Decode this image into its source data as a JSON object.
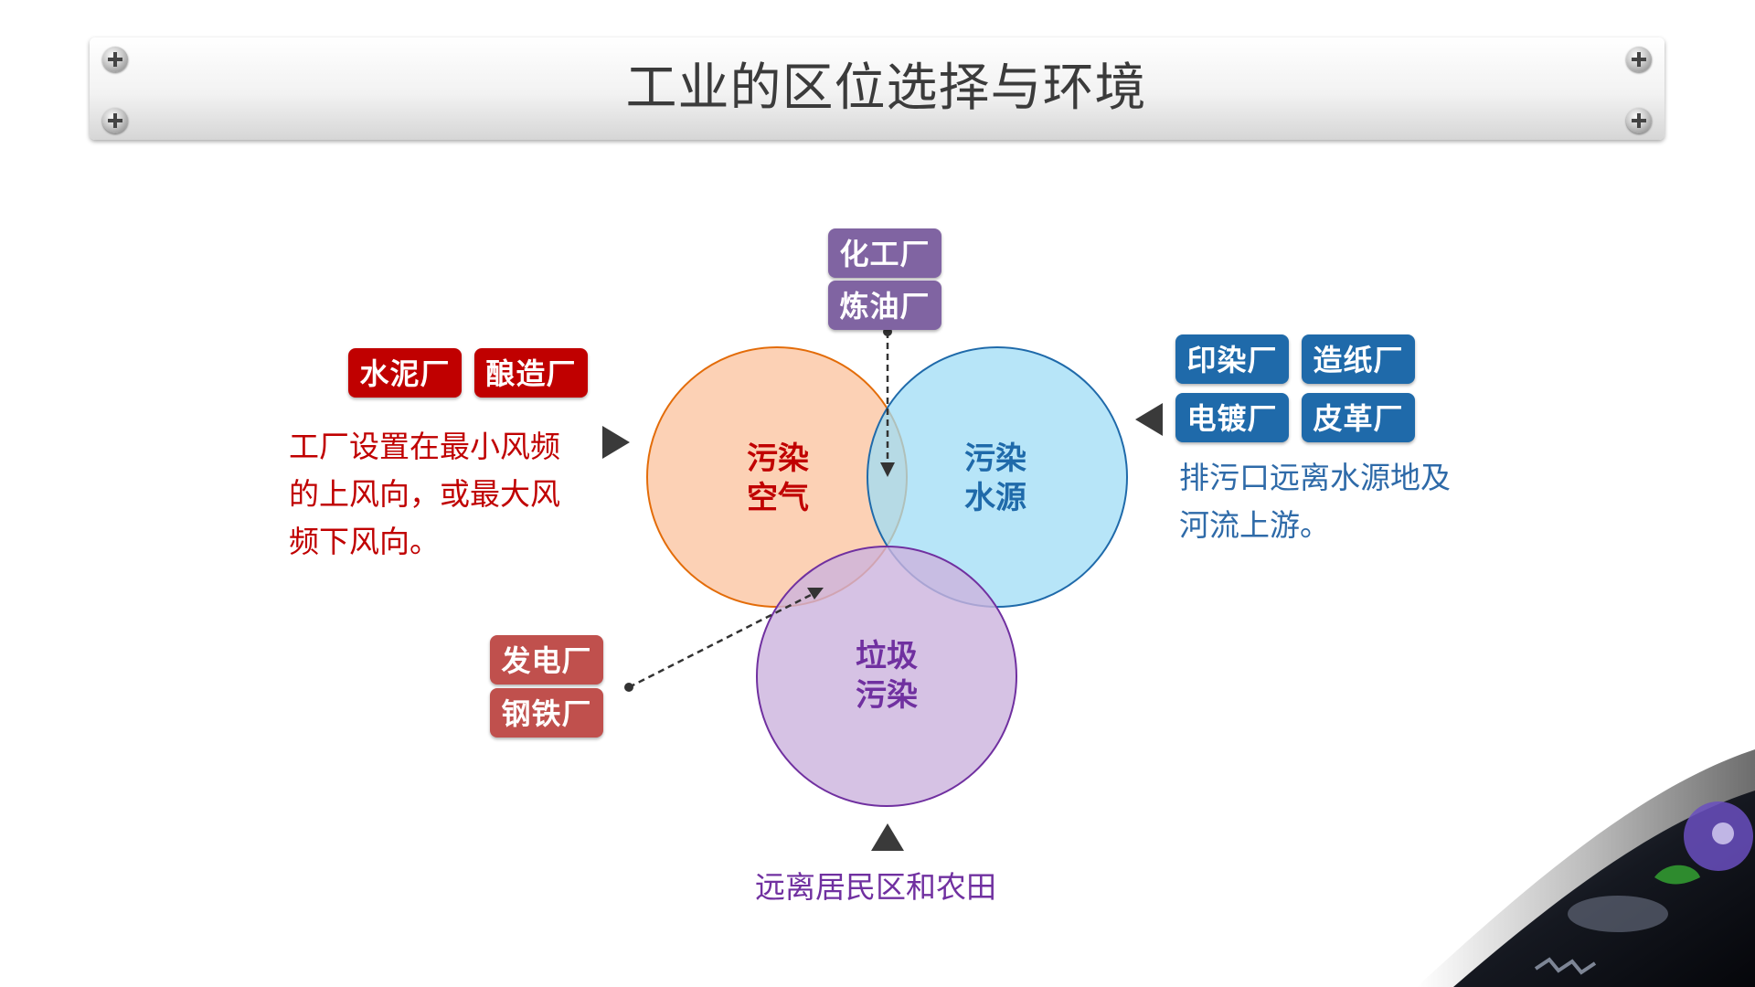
{
  "title": "工业的区位选择与环境",
  "circles": {
    "air": {
      "line1": "污染",
      "line2": "空气",
      "color": "#c00000"
    },
    "water": {
      "line1": "污染",
      "line2": "水源",
      "color": "#1f6aaa"
    },
    "waste": {
      "line1": "垃圾",
      "line2": "污染",
      "color": "#7030a0"
    }
  },
  "top_tags": {
    "tag1": "化工厂",
    "tag2": "炼油厂"
  },
  "left_tags": {
    "tag1": "水泥厂",
    "tag2": "酿造厂"
  },
  "left_note": [
    "工厂设置在最小风频",
    "的上风向，或最大风",
    "频下风向。"
  ],
  "right_tags": {
    "tag1": "印染厂",
    "tag2": "造纸厂",
    "tag3": "电镀厂",
    "tag4": "皮革厂"
  },
  "right_note": [
    "排污口远离水源地及",
    "河流上游。"
  ],
  "bottom_left_tags": {
    "tag1": "发电厂",
    "tag2": "钢铁厂"
  },
  "bottom_note": "远离居民区和农田",
  "colors": {
    "red": "#c00000",
    "purple_tag": "#8064a2",
    "blue_tag": "#1f6aaa",
    "brick_tag": "#c0504d",
    "air_fill": "#fbc9a8",
    "water_fill": "#9fdcf5",
    "waste_fill": "#ccb3dd"
  }
}
